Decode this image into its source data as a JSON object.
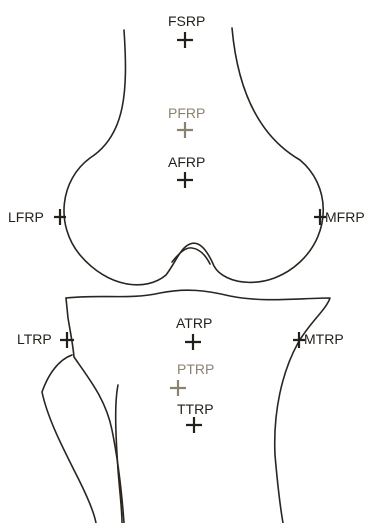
{
  "colors": {
    "outline": "#2b2520",
    "primary": "#231f1a",
    "secondary": "#8a8270"
  },
  "landmarks": {
    "fsrp": {
      "label": "FSRP",
      "tone": "primary"
    },
    "pfrp": {
      "label": "PFRP",
      "tone": "secondary"
    },
    "afrp": {
      "label": "AFRP",
      "tone": "primary"
    },
    "lfrp": {
      "label": "LFRP",
      "tone": "primary"
    },
    "mfrp": {
      "label": "MFRP",
      "tone": "primary"
    },
    "ltrp": {
      "label": "LTRP",
      "tone": "primary"
    },
    "mtrp": {
      "label": "MTRP",
      "tone": "primary"
    },
    "atrp": {
      "label": "ATRP",
      "tone": "primary"
    },
    "ptrp": {
      "label": "PTRP",
      "tone": "secondary"
    },
    "ttrp": {
      "label": "TTRP",
      "tone": "primary"
    }
  }
}
